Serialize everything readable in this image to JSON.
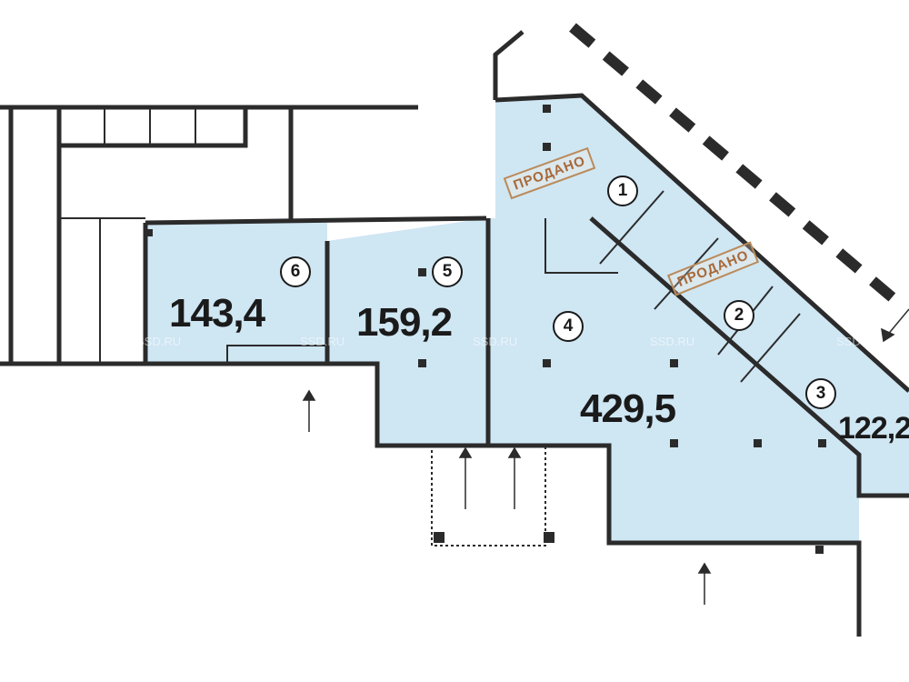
{
  "units": [
    {
      "number": "1",
      "area": null,
      "status": "ПРОДАНО"
    },
    {
      "number": "2",
      "area": null,
      "status": "ПРОДАНО"
    },
    {
      "number": "3",
      "area": "122,2"
    },
    {
      "number": "4",
      "area": "429,5"
    },
    {
      "number": "5",
      "area": "159,2"
    },
    {
      "number": "6",
      "area": "143,4"
    }
  ],
  "watermark": "SSD.RU",
  "colors": {
    "unit_fill": "#cfe6f3",
    "wall": "#2b2b2b",
    "stamp": "#a8693a"
  }
}
